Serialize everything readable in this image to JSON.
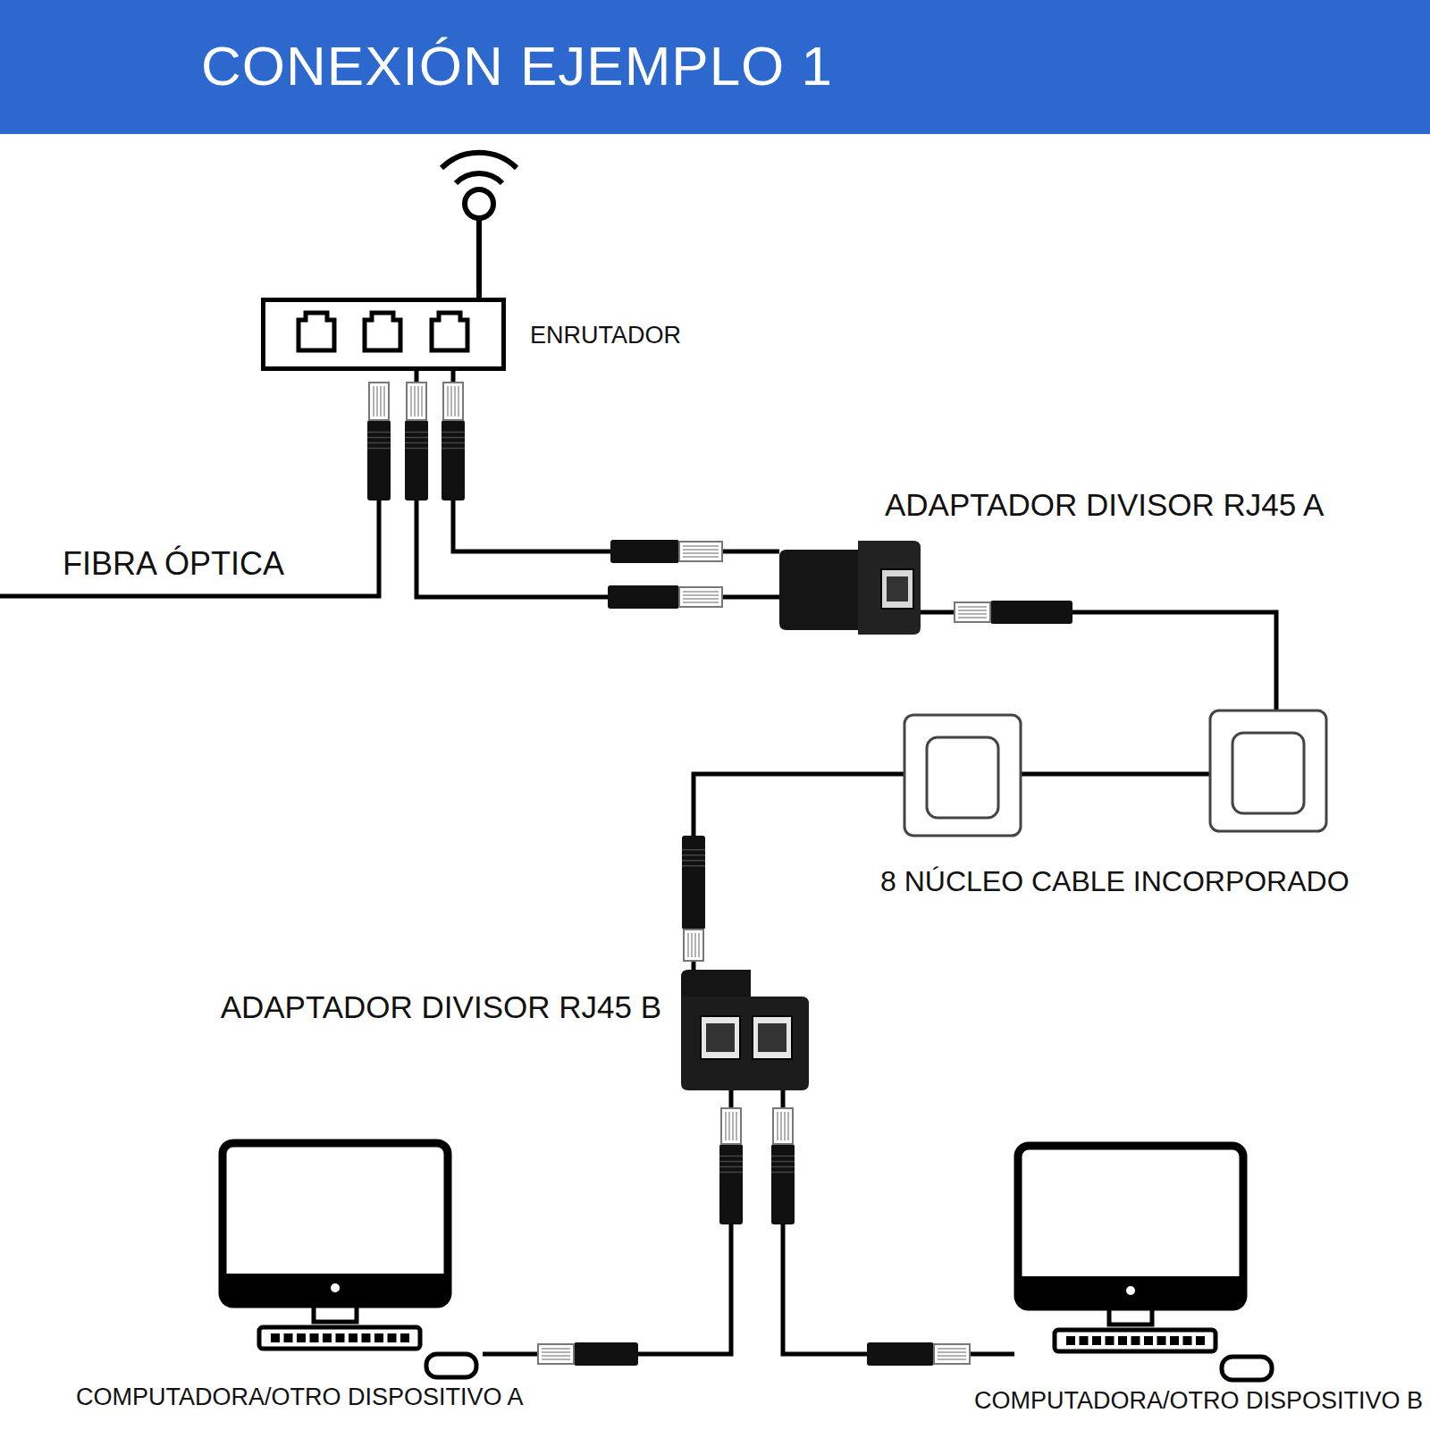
{
  "diagram": {
    "title": "CONEXIÓN EJEMPLO 1",
    "nodes": [
      {
        "text": [
          "ENRUTADOR"
        ]
      },
      {
        "text": [
          "ADAPTADOR DIVISOR RJ45 A"
        ]
      },
      {
        "text": [
          "ADAPTADOR DIVISOR RJ45 B"
        ]
      },
      {
        "text": [
          "COMPUTADORA/OTRO DISPOSITIVO A"
        ]
      },
      {
        "text": [
          "COMPUTADORA/OTRO DISPOSITIVO B"
        ]
      }
    ],
    "edges": [
      {
        "from": 0,
        "to": 1,
        "arrow": "none"
      },
      {
        "from": 0,
        "to": 1,
        "arrow": "none"
      },
      {
        "from": 1,
        "to": 2,
        "arrow": "none"
      },
      {
        "from": 2,
        "to": 3,
        "arrow": "none"
      },
      {
        "from": 2,
        "to": 4,
        "arrow": "none"
      }
    ],
    "labels": [
      "FIBRA ÓPTICA",
      "8 NÚCLEO CABLE INCORPORADO"
    ]
  }
}
